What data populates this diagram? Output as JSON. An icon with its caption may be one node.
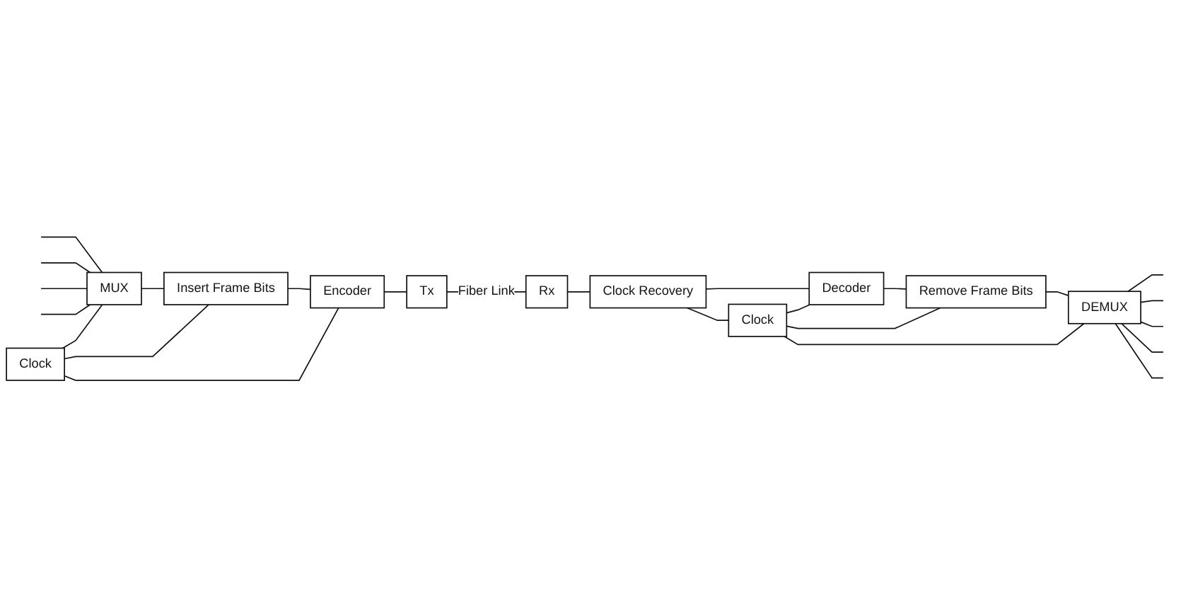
{
  "diagram": {
    "nodes": [
      {
        "text": [
          "MUX"
        ]
      },
      {
        "text": [
          "Insert Frame Bits"
        ]
      },
      {
        "text": [
          "Encoder"
        ]
      },
      {
        "text": [
          "Tx"
        ]
      },
      {
        "text": [
          "Clock"
        ]
      },
      {
        "text": [
          "DEMUX"
        ]
      },
      {
        "text": [
          "Remove Frame Bits"
        ]
      },
      {
        "text": [
          "Decoder"
        ]
      },
      {
        "text": [
          "Clock Recovery"
        ]
      },
      {
        "text": [
          "Rx"
        ]
      },
      {
        "text": [
          "Clock"
        ]
      }
    ],
    "edges": [
      {
        "from": null,
        "to": 0,
        "arrow": "none"
      },
      {
        "from": null,
        "to": 0,
        "arrow": "none"
      },
      {
        "from": null,
        "to": 0,
        "arrow": "none"
      },
      {
        "from": null,
        "to": 0,
        "arrow": "none"
      },
      {
        "from": 0,
        "to": 1,
        "arrow": "none"
      },
      {
        "from": 1,
        "to": 2,
        "arrow": "none"
      },
      {
        "from": 2,
        "to": 3,
        "arrow": "none"
      },
      {
        "from": 4,
        "to": 0,
        "arrow": "none"
      },
      {
        "from": 4,
        "to": 1,
        "arrow": "none"
      },
      {
        "from": 4,
        "to": 2,
        "arrow": "none"
      },
      {
        "from": 3,
        "to": 9,
        "arrow": "none",
        "label": "Fiber Link"
      },
      {
        "from": 9,
        "to": 8,
        "arrow": "none"
      },
      {
        "from": 8,
        "to": 7,
        "arrow": "none"
      },
      {
        "from": 7,
        "to": 6,
        "arrow": "none"
      },
      {
        "from": 6,
        "to": 5,
        "arrow": "none"
      },
      {
        "from": 5,
        "to": null,
        "arrow": "none"
      },
      {
        "from": 5,
        "to": null,
        "arrow": "none"
      },
      {
        "from": 5,
        "to": null,
        "arrow": "none"
      },
      {
        "from": 5,
        "to": null,
        "arrow": "none"
      },
      {
        "from": 5,
        "to": null,
        "arrow": "none"
      },
      {
        "from": 8,
        "to": 10,
        "arrow": "none"
      },
      {
        "from": 10,
        "to": 7,
        "arrow": "none"
      },
      {
        "from": 10,
        "to": 6,
        "arrow": "none"
      },
      {
        "from": 10,
        "to": 5,
        "arrow": "none"
      }
    ]
  }
}
